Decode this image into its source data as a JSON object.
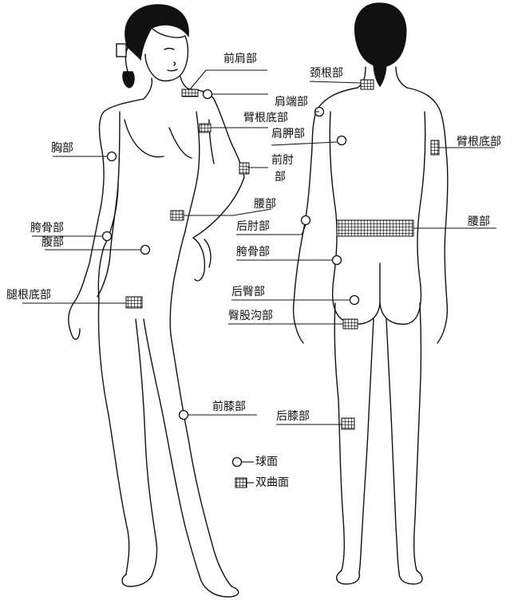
{
  "labels": {
    "front_shoulder": "前肩部",
    "neck_root": "颈根部",
    "shoulder_end": "肩端部",
    "arm_root_front": "臂根底部",
    "shoulder_blade": "肩胛部",
    "front_elbow_line1": "前肘",
    "front_elbow_line2": "部",
    "chest": "胸部",
    "arm_root_back": "臂根底部",
    "waist_front": "腰部",
    "back_elbow": "后肘部",
    "waist_back": "腰部",
    "hip_bone_front": "胯骨部",
    "abdomen": "腹部",
    "hip_bone_back": "胯骨部",
    "leg_root": "腿根底部",
    "back_buttock": "后臀部",
    "buttock_fold": "臀股沟部",
    "front_knee": "前膝部",
    "back_knee": "后膝部"
  },
  "legend": {
    "sphere_label": "球面",
    "double_curve_label": "双曲面"
  }
}
